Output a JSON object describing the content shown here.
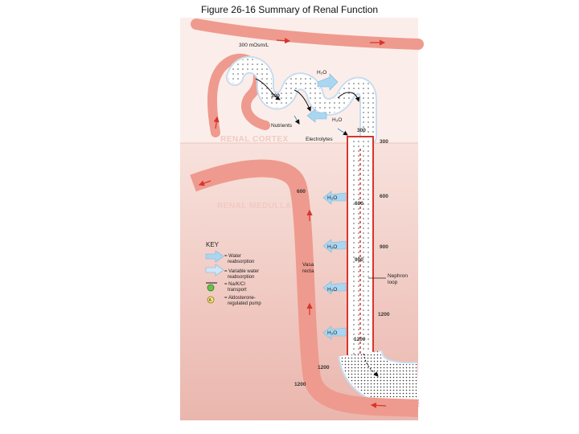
{
  "title": "Figure 26-16 Summary of Renal Function",
  "labels": {
    "osm_start": "300 mOsm/L",
    "h2o": "H₂O",
    "nutrients": "Nutrients",
    "electrolytes": "Electrolytes",
    "renal_cortex": "RENAL CORTEX",
    "renal_medulla": "RENAL MEDULLA",
    "vasa_recta": "Vasa recta",
    "nephron_loop": "Nephron loop"
  },
  "osmolarity": {
    "pct_300": "300",
    "dct_300": "300",
    "cortex_300": "300",
    "m600_left": "600",
    "m600_mid": "600",
    "m600_right": "600",
    "m900_mid": "900",
    "m900_right": "900",
    "m1200_right": "1200",
    "m1200_mid": "1200",
    "m1200_a": "1200",
    "m1200_b": "1200"
  },
  "key": {
    "title": "KEY",
    "water": "= Water reabsorption",
    "variable": "= Variable water reabsorption",
    "nakcl": "= Na/K/Cl transport",
    "aldo": "= Aldosterone-regulated pump"
  },
  "colors": {
    "cortex_bg": "#fbeeea",
    "medulla_bg": "#f2cbc4",
    "vessel": "#ef9a8e",
    "arrow_blue": "#a9d7f2",
    "duct_red": "#d7352c"
  }
}
